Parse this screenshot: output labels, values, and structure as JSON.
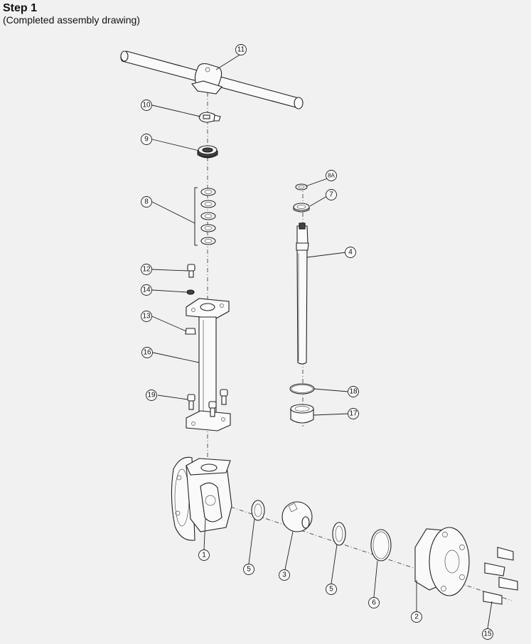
{
  "header": {
    "title": "Step 1",
    "subtitle": "(Completed assembly drawing)"
  },
  "callouts": {
    "c1": "1",
    "c2": "2",
    "c3": "3",
    "c4": "4",
    "c5a": "5",
    "c5b": "5",
    "c6": "6",
    "c7": "7",
    "c8": "8",
    "c8a": "8A",
    "c9": "9",
    "c10": "10",
    "c11": "11",
    "c12": "12",
    "c13": "13",
    "c14": "14",
    "c15": "15",
    "c16": "16",
    "c17": "17",
    "c18": "18",
    "c19": "19"
  },
  "colors": {
    "background": "#f1f1f1",
    "line": "#222222"
  }
}
